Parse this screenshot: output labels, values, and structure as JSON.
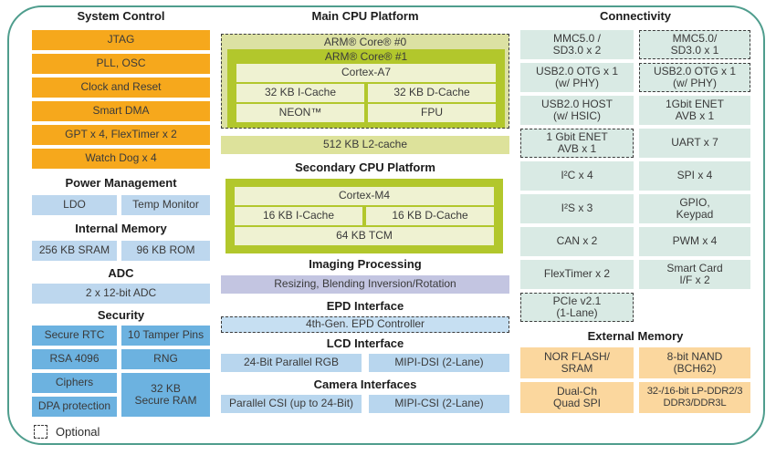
{
  "palette": {
    "orange": "#F6A81C",
    "light_blue": "#BDD7EE",
    "medium_blue": "#6CB2E0",
    "vivid_green": "#B2C72C",
    "pale_green": "#EFF2D2",
    "olive": "#DCE1A3",
    "l2_green": "#DDE29B",
    "lavender": "#C3C5E1",
    "mint": "#D9EAE4",
    "light_orange": "#FBD79E",
    "frame_teal": "#4F9D8D"
  },
  "left": {
    "system_control": {
      "title": "System Control",
      "rows": [
        "JTAG",
        "PLL, OSC",
        "Clock and Reset",
        "Smart DMA",
        "GPT x 4, FlexTimer x 2",
        "Watch Dog x 4"
      ]
    },
    "power_management": {
      "title": "Power Management",
      "rows": [
        "LDO",
        "Temp Monitor"
      ]
    },
    "internal_memory": {
      "title": "Internal Memory",
      "rows": [
        "256 KB SRAM",
        "96 KB ROM"
      ]
    },
    "adc": {
      "title": "ADC",
      "rows": [
        "2 x 12-bit ADC"
      ]
    },
    "security": {
      "title": "Security",
      "secure_rtc": "Secure RTC",
      "tamper_pins": "10 Tamper Pins",
      "rsa": "RSA 4096",
      "rng": "RNG",
      "ciphers": "Ciphers",
      "dpa": "DPA protection",
      "secure_ram": "32 KB\nSecure RAM"
    },
    "legend_optional": "Optional"
  },
  "middle": {
    "main_cpu": {
      "title": "Main CPU Platform",
      "core0": "ARM® Core® #0",
      "core1": "ARM® Core® #1",
      "cortex": "Cortex-A7",
      "icache": "32 KB I-Cache",
      "dcache": "32 KB D-Cache",
      "neon": "NEON™",
      "fpu": "FPU",
      "l2cache": "512 KB L2-cache"
    },
    "secondary_cpu": {
      "title": "Secondary CPU Platform",
      "cortex": "Cortex-M4",
      "icache": "16 KB I-Cache",
      "dcache": "16 KB D-Cache",
      "tcm": "64 KB TCM"
    },
    "imaging": {
      "title": "Imaging Processing",
      "block": "Resizing, Blending Inversion/Rotation"
    },
    "epd": {
      "title": "EPD Interface",
      "block": "4th-Gen. EPD Controller"
    },
    "lcd": {
      "title": "LCD Interface",
      "left": "24-Bit Parallel RGB",
      "right": "MIPI-DSI (2-Lane)"
    },
    "camera": {
      "title": "Camera Interfaces",
      "left": "Parallel CSI (up to 24-Bit)",
      "right": "MIPI-CSI (2-Lane)"
    }
  },
  "right": {
    "connectivity": {
      "title": "Connectivity",
      "cells": [
        {
          "label": "MMC5.0 /\nSD3.0 x 2",
          "optional": false
        },
        {
          "label": "MMC5.0/\nSD3.0 x 1",
          "optional": true
        },
        {
          "label": "USB2.0 OTG x 1\n(w/ PHY)",
          "optional": false
        },
        {
          "label": "USB2.0 OTG x 1\n(w/ PHY)",
          "optional": true
        },
        {
          "label": "USB2.0 HOST\n(w/ HSIC)",
          "optional": false
        },
        {
          "label": "1Gbit ENET\nAVB x 1",
          "optional": false
        },
        {
          "label": "1 Gbit ENET\nAVB x 1",
          "optional": true
        },
        {
          "label": "UART x 7",
          "optional": false
        },
        {
          "label": "I²C x 4",
          "optional": false
        },
        {
          "label": "SPI x 4",
          "optional": false
        },
        {
          "label": "I²S x 3",
          "optional": false
        },
        {
          "label": "GPIO,\nKeypad",
          "optional": false
        },
        {
          "label": "CAN x 2",
          "optional": false
        },
        {
          "label": "PWM x 4",
          "optional": false
        },
        {
          "label": "FlexTimer x 2",
          "optional": false
        },
        {
          "label": "Smart Card\nI/F x 2",
          "optional": false
        },
        {
          "label": "PCIe v2.1\n(1-Lane)",
          "optional": true
        }
      ]
    },
    "external_memory": {
      "title": "External Memory",
      "cells": [
        "NOR FLASH/\nSRAM",
        "8-bit NAND\n(BCH62)",
        "Dual-Ch\nQuad SPI",
        "32-/16-bit LP-DDR2/3\nDDR3/DDR3L"
      ]
    }
  }
}
